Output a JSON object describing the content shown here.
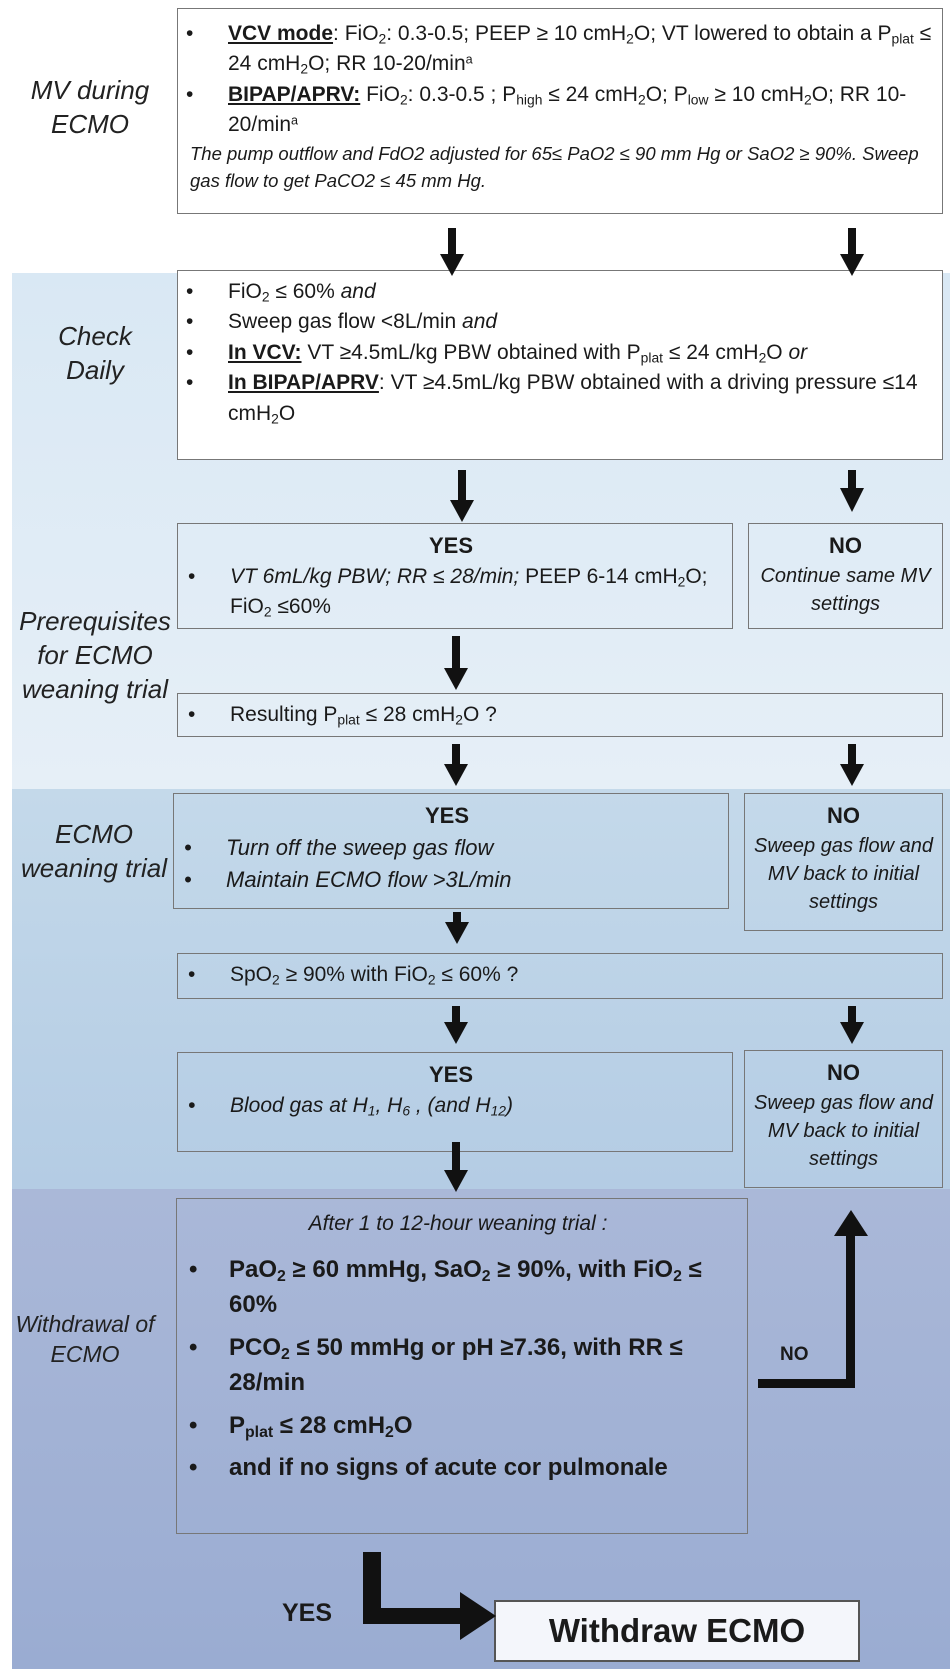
{
  "stages": {
    "mv_during_ecmo": "MV during ECMO",
    "check_daily": "Check Daily",
    "prerequisites": "Prerequisites for ECMO weaning trial",
    "weaning_trial": "ECMO weaning trial",
    "withdrawal": "Withdrawal of ECMO"
  },
  "mv": {
    "vcv_label": "VCV mode",
    "bipap_label": "BIPAP/APRV:",
    "note": "The pump outflow and FdO2 adjusted for 65≤ PaO2 ≤ 90 mm Hg or SaO2 ≥ 90%. Sweep gas flow to get PaCO2 ≤ 45 mm Hg."
  },
  "check": {
    "in_vcv_label": "In VCV:",
    "in_bipap_label": "In BIPAP/APRV"
  },
  "prereq": {
    "yes_header": "YES",
    "no_header": "NO",
    "no_text": "Continue same MV settings"
  },
  "trial": {
    "yes_header": "YES",
    "item1": "Turn off  the sweep gas flow",
    "item2": "Maintain ECMO flow >3L/min",
    "no_header": "NO",
    "no_text": "Sweep gas flow and MV back to initial settings"
  },
  "result2": {
    "yes_header": "YES",
    "no_header": "NO",
    "no_text": "Sweep gas flow and MV back to initial settings"
  },
  "withdrawal": {
    "header": "After 1 to 12-hour weaning trial :",
    "item4": "and if no signs of acute cor pulmonale",
    "no_label": "NO",
    "yes_label": "YES",
    "final": "Withdraw ECMO"
  },
  "colors": {
    "band1": "#dfebf5",
    "band2": "#bdd3e8",
    "band3": "#a3b3d5",
    "arrow": "#111111"
  }
}
